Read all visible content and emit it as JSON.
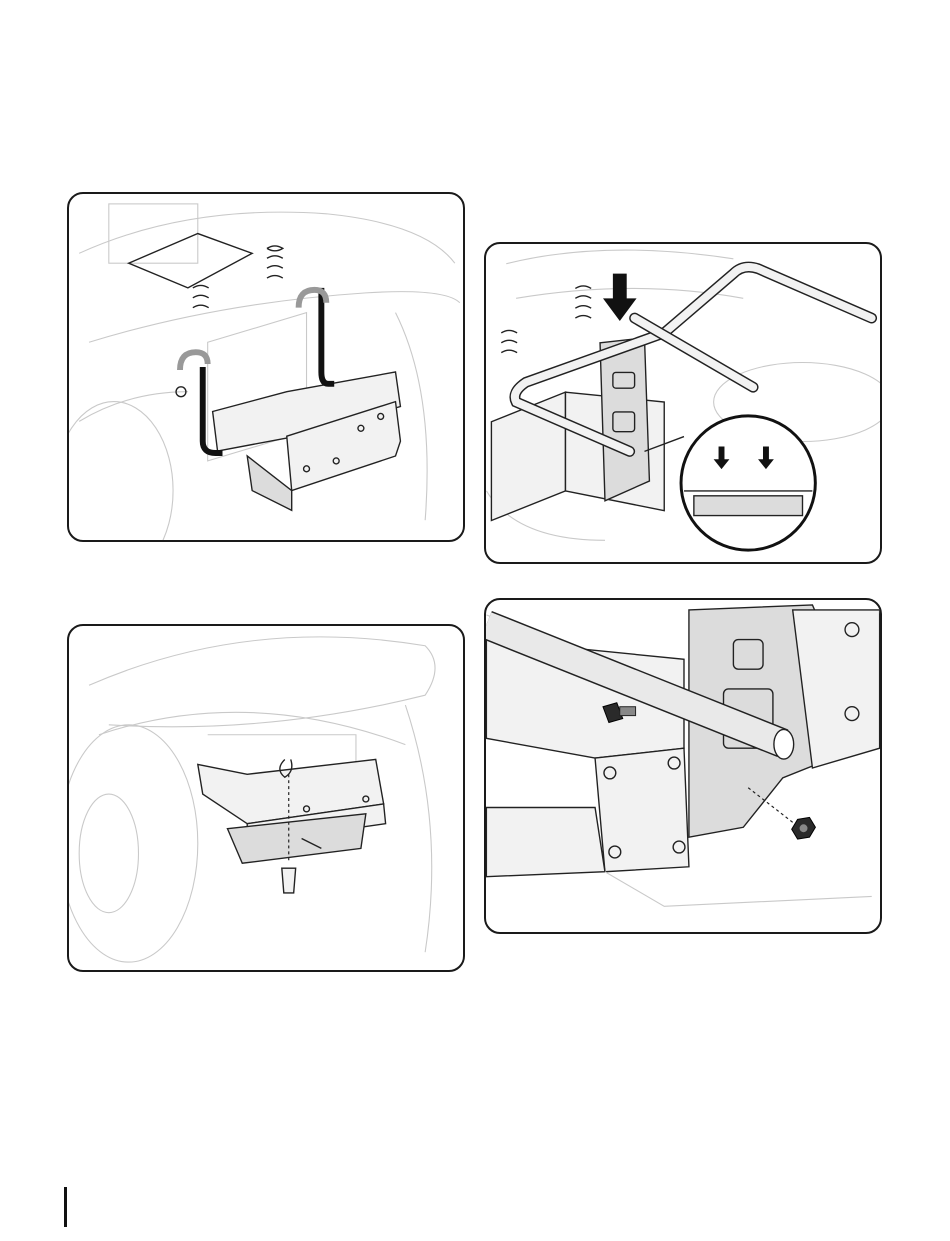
{
  "document": {
    "panels": [
      {
        "id": "bracket-hanging-strap"
      },
      {
        "id": "hitch-frame-insertion"
      },
      {
        "id": "pin-installation"
      },
      {
        "id": "bolt-and-nut-fastening"
      }
    ],
    "colors": {
      "line": "#222222",
      "light_line": "#c9c9c9",
      "metal": "#f2f2f2",
      "dark": "#2a2a2a"
    }
  }
}
